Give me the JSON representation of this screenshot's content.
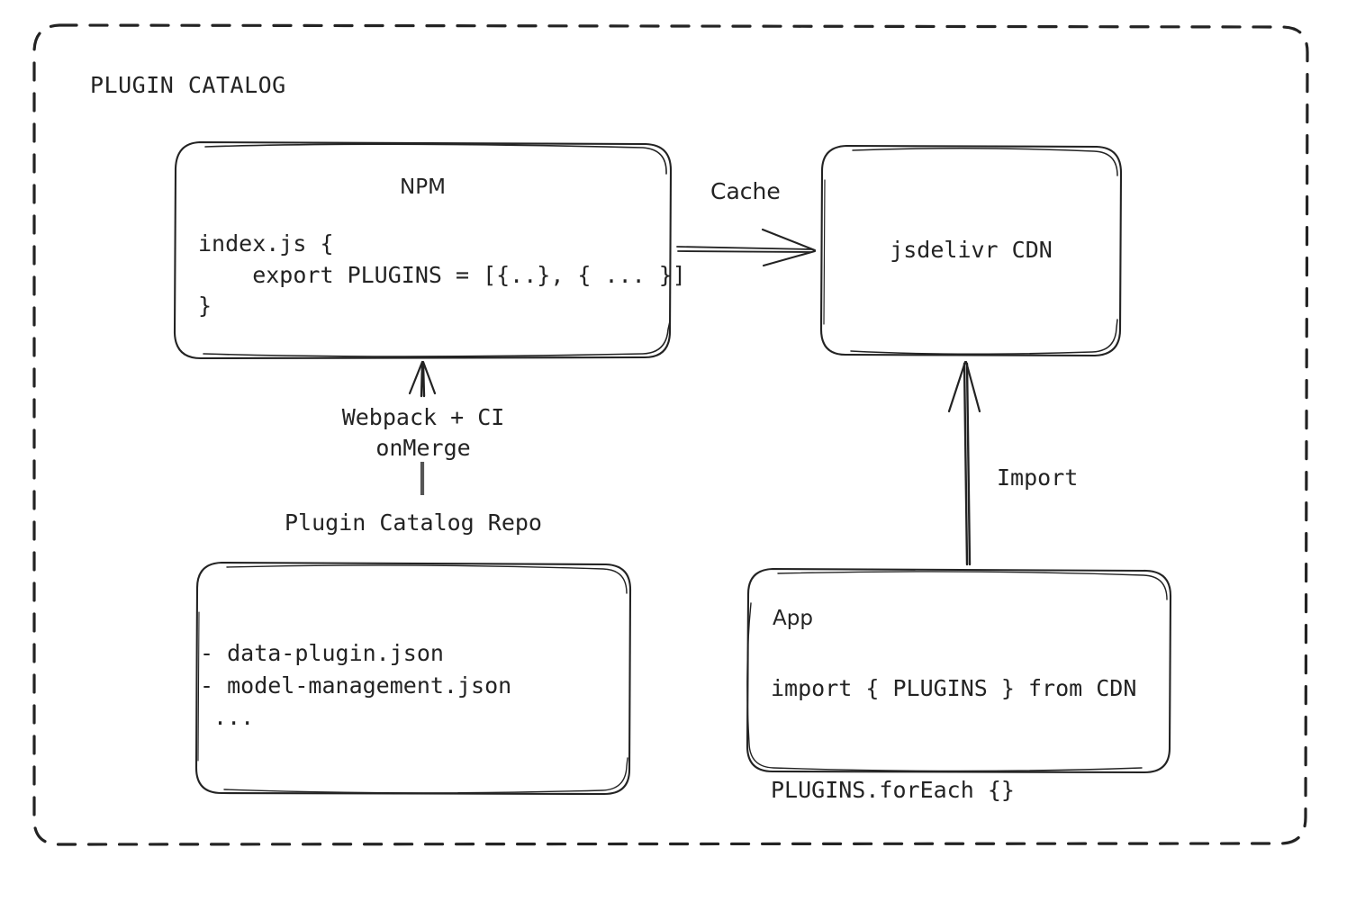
{
  "diagram": {
    "title": "PLUGIN CATALOG",
    "accent_color": "#232323",
    "background_color": "#ffffff"
  },
  "nodes": {
    "npm": {
      "title": "NPM",
      "code": "index.js {\n    export PLUGINS = [{..}, { ... }]\n}"
    },
    "cdn": {
      "title": "jsdelivr CDN"
    },
    "repo": {
      "caption": "Plugin Catalog Repo",
      "lines": "- data-plugin.json\n- model-management.json\n ..."
    },
    "app": {
      "title": "App",
      "code": "import { PLUGINS } from CDN\n\nPLUGINS.forEach {}"
    }
  },
  "edges": {
    "npm_to_cdn": {
      "label": "Cache",
      "from": "npm",
      "to": "cdn"
    },
    "repo_to_npm": {
      "label": "Webpack + CI\nonMerge",
      "from": "repo",
      "to": "npm"
    },
    "app_to_cdn": {
      "label": "Import",
      "from": "app",
      "to": "cdn"
    }
  },
  "chart_data": {
    "type": "diagram",
    "title": "PLUGIN CATALOG",
    "nodes": [
      {
        "id": "npm",
        "label": "NPM",
        "body": "index.js {\n    export PLUGINS = [{..}, { ... }]\n}"
      },
      {
        "id": "cdn",
        "label": "jsdelivr CDN",
        "body": ""
      },
      {
        "id": "repo",
        "label": "Plugin Catalog Repo",
        "body": "- data-plugin.json\n- model-management.json\n ..."
      },
      {
        "id": "app",
        "label": "App",
        "body": "import { PLUGINS } from CDN\n\nPLUGINS.forEach {}"
      }
    ],
    "edges": [
      {
        "from": "npm",
        "to": "cdn",
        "label": "Cache"
      },
      {
        "from": "repo",
        "to": "npm",
        "label": "Webpack + CI onMerge"
      },
      {
        "from": "app",
        "to": "cdn",
        "label": "Import"
      }
    ]
  }
}
